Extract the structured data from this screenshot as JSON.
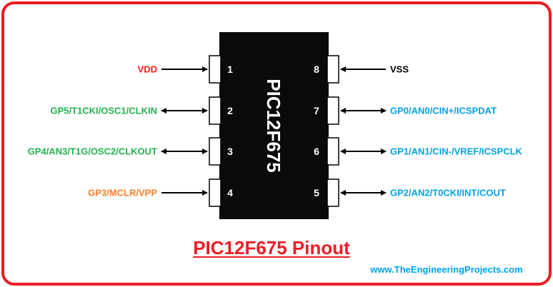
{
  "chip": {
    "name": "PIC12F675",
    "body_color": "#0a0a0a",
    "text_color": "#ffffff"
  },
  "pins": [
    {
      "number": "1",
      "label": "VDD",
      "color": "#ff1a1a",
      "direction": "in"
    },
    {
      "number": "2",
      "label": "GP5/T1CKI/OSC1/CLKIN",
      "color": "#22b24c",
      "direction": "bi"
    },
    {
      "number": "3",
      "label": "GP4/AN3/T1G/OSC2/CLKOUT",
      "color": "#22b24c",
      "direction": "bi"
    },
    {
      "number": "4",
      "label": "GP3/MCLR/VPP",
      "color": "#ff7f27",
      "direction": "in"
    },
    {
      "number": "5",
      "label": "GP2/AN2/T0CKI/INT/COUT",
      "color": "#00a2e8",
      "direction": "bi"
    },
    {
      "number": "6",
      "label": "GP1/AN1/CIN-/VREF/ICSPCLK",
      "color": "#00a2e8",
      "direction": "bi"
    },
    {
      "number": "7",
      "label": "GP0/AN0/CIN+/ICSPDAT",
      "color": "#00a2e8",
      "direction": "bi"
    },
    {
      "number": "8",
      "label": "VSS",
      "color": "#000000",
      "direction": "in"
    }
  ],
  "title": {
    "text": "PIC12F675 Pinout",
    "color": "#ed1c24"
  },
  "credit": {
    "text": "www.TheEngineeringProjects.com",
    "color": "#00a2e8"
  },
  "frame_color": "#ed1c24",
  "line_color": "#000000"
}
